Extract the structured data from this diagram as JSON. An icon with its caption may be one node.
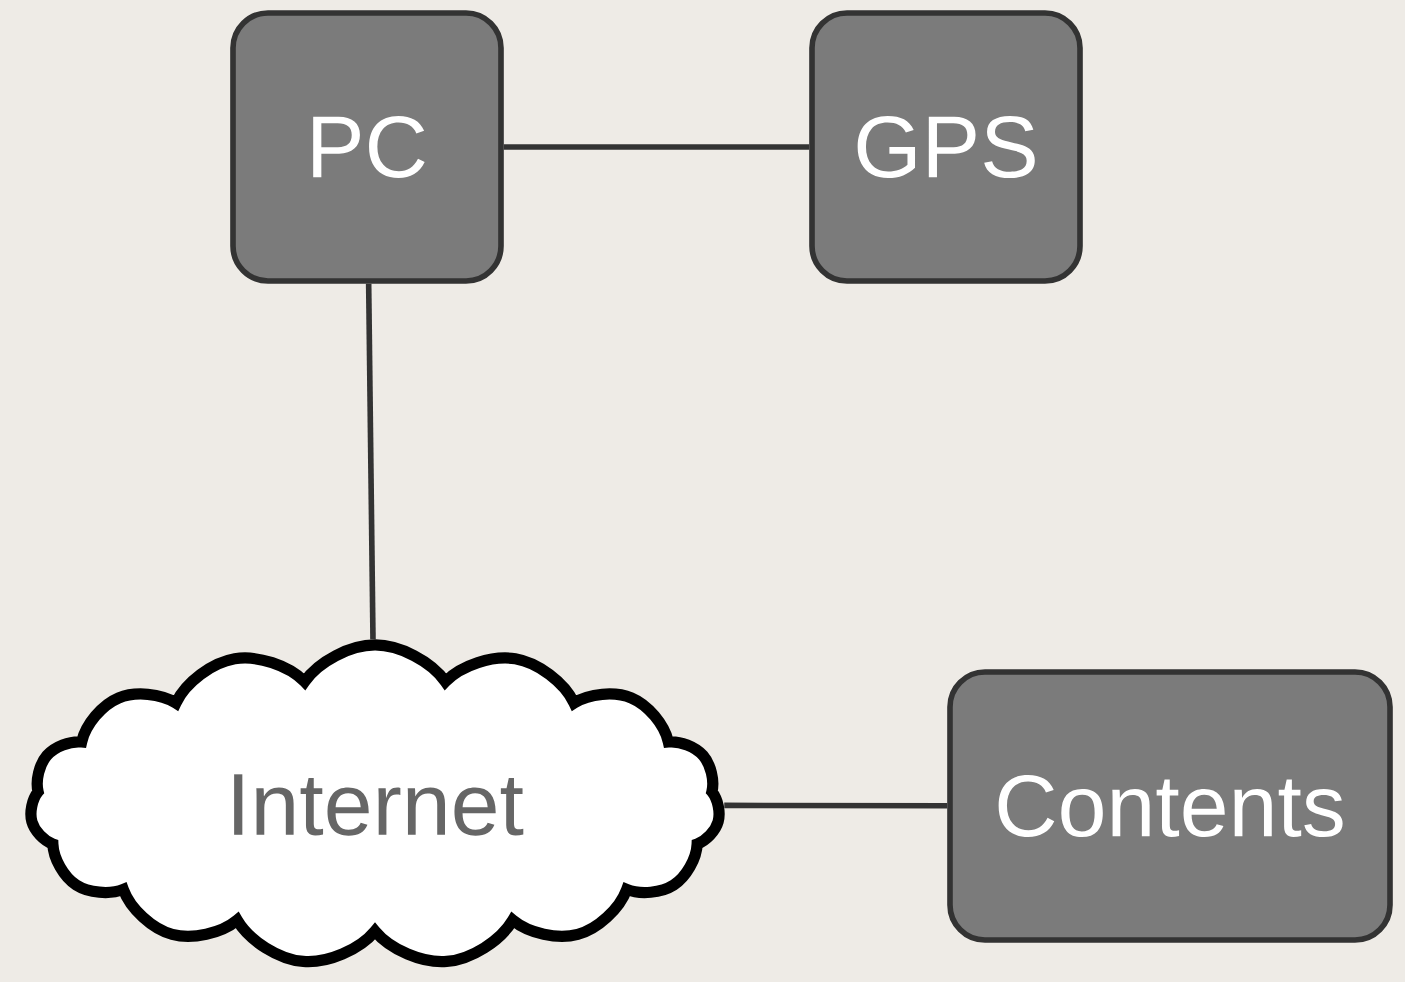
{
  "diagram": {
    "nodes": [
      {
        "text": [
          "PC"
        ]
      },
      {
        "text": [
          "GPS"
        ]
      },
      {
        "text": [
          "Internet"
        ]
      },
      {
        "text": [
          "Contents"
        ]
      }
    ],
    "edges": [
      {
        "from": 0,
        "to": 1,
        "arrow": "none"
      },
      {
        "from": 0,
        "to": 2,
        "arrow": "none"
      },
      {
        "from": 2,
        "to": 3,
        "arrow": "none"
      }
    ]
  }
}
